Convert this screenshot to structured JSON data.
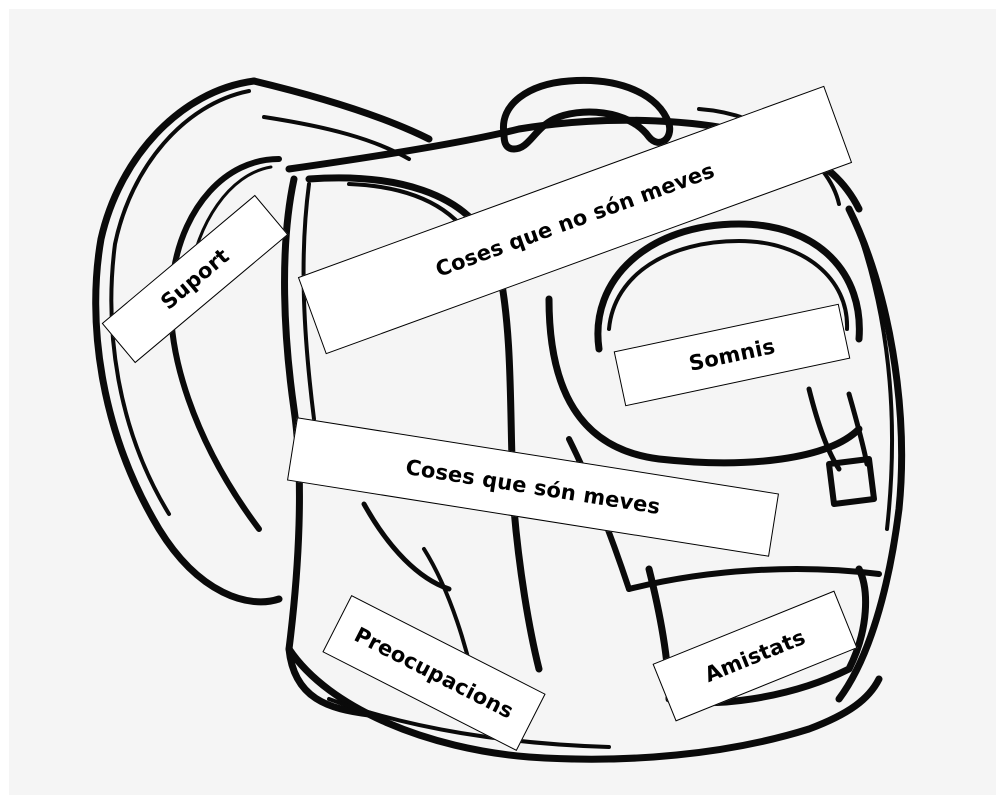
{
  "labels": {
    "suport": "Suport",
    "coses_no_meves": "Coses que no són meves",
    "somnis": "Somnis",
    "coses_meves": "Coses que són meves",
    "preocupacions": "Preocupacions",
    "amistats": "Amistats"
  },
  "colors": {
    "background": "#f5f5f5",
    "ink": "#0a0a0a",
    "label_fill": "#ffffff"
  }
}
